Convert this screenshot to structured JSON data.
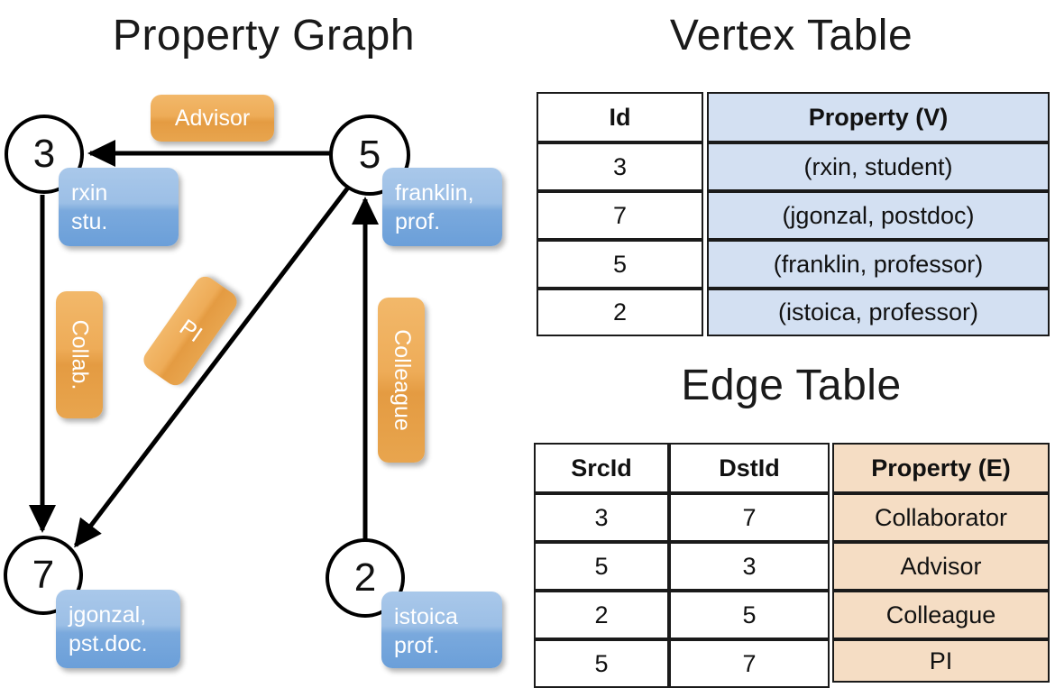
{
  "titles": {
    "graph": "Property Graph",
    "vertex_table": "Vertex Table",
    "edge_table": "Edge Table"
  },
  "graph": {
    "nodes": [
      {
        "id": "3",
        "label": "3",
        "property_line1": "rxin",
        "property_line2": "stu."
      },
      {
        "id": "5",
        "label": "5",
        "property_line1": "franklin,",
        "property_line2": "prof."
      },
      {
        "id": "7",
        "label": "7",
        "property_line1": "jgonzal,",
        "property_line2": "pst.doc."
      },
      {
        "id": "2",
        "label": "2",
        "property_line1": "istoica",
        "property_line2": "prof."
      }
    ],
    "edge_labels": [
      {
        "name": "advisor",
        "text": "Advisor"
      },
      {
        "name": "collab",
        "text": "Collab."
      },
      {
        "name": "pi",
        "text": "PI"
      },
      {
        "name": "colleague",
        "text": "Colleague"
      }
    ]
  },
  "vertex_table": {
    "headers": [
      "Id",
      "Property (V)"
    ],
    "rows": [
      {
        "id": "3",
        "property": "(rxin, student)"
      },
      {
        "id": "7",
        "property": "(jgonzal, postdoc)"
      },
      {
        "id": "5",
        "property": "(franklin, professor)"
      },
      {
        "id": "2",
        "property": "(istoica, professor)"
      }
    ]
  },
  "edge_table": {
    "headers": [
      "SrcId",
      "DstId",
      "Property (E)"
    ],
    "rows": [
      {
        "src": "3",
        "dst": "7",
        "property": "Collaborator"
      },
      {
        "src": "5",
        "dst": "3",
        "property": "Advisor"
      },
      {
        "src": "2",
        "dst": "5",
        "property": "Colleague"
      },
      {
        "src": "5",
        "dst": "7",
        "property": "PI"
      }
    ]
  },
  "colors": {
    "vertex_property_fill": "#d3e0f2",
    "edge_property_fill": "#f5ddc4",
    "node_property_box": "#7aa9dd",
    "edge_label_box": "#eeac58",
    "stroke": "#000000"
  }
}
